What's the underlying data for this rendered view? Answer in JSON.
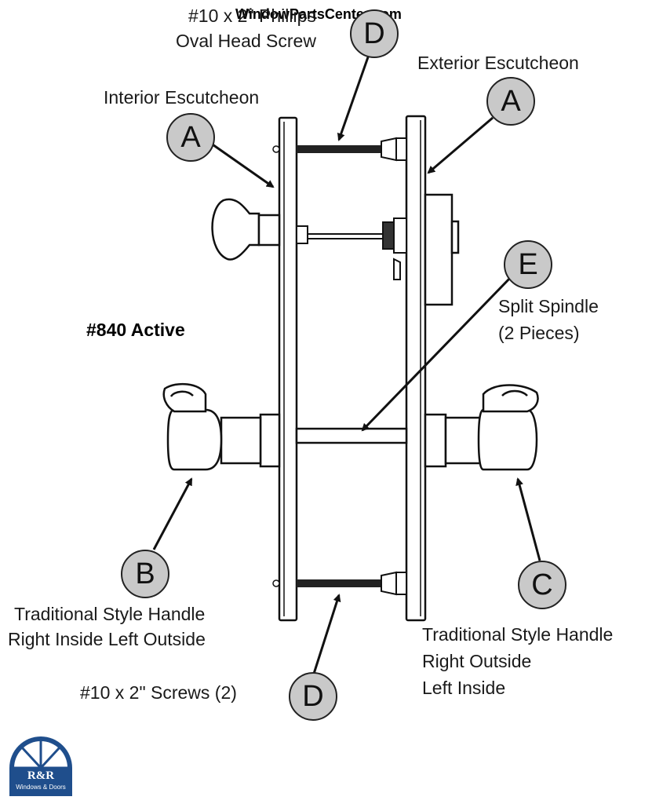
{
  "watermark": "WindowPartsCenter.com",
  "title": "#840 Active",
  "labels": {
    "top_screw_line1": "#10 x 2\" Phillips",
    "top_screw_line2": "Oval Head Screw",
    "interior_escutcheon": "Interior Escutcheon",
    "exterior_escutcheon": "Exterior Escutcheon",
    "split_spindle_line1": "Split Spindle",
    "split_spindle_line2": "(2 Pieces)",
    "handle_b_line1": "Traditional Style Handle",
    "handle_b_line2": "Right Inside Left Outside",
    "handle_c_line1": "Traditional Style Handle",
    "handle_c_line2": "Right Outside",
    "handle_c_line3": "Left Inside",
    "bottom_screws": "#10 x 2\" Screws (2)"
  },
  "callouts": {
    "a_left": "A",
    "a_right": "A",
    "b": "B",
    "c": "C",
    "d_top": "D",
    "d_bottom": "D",
    "e": "E"
  },
  "logo": {
    "name": "R&R",
    "subtitle": "Windows & Doors",
    "color": "#1f4e8c"
  }
}
